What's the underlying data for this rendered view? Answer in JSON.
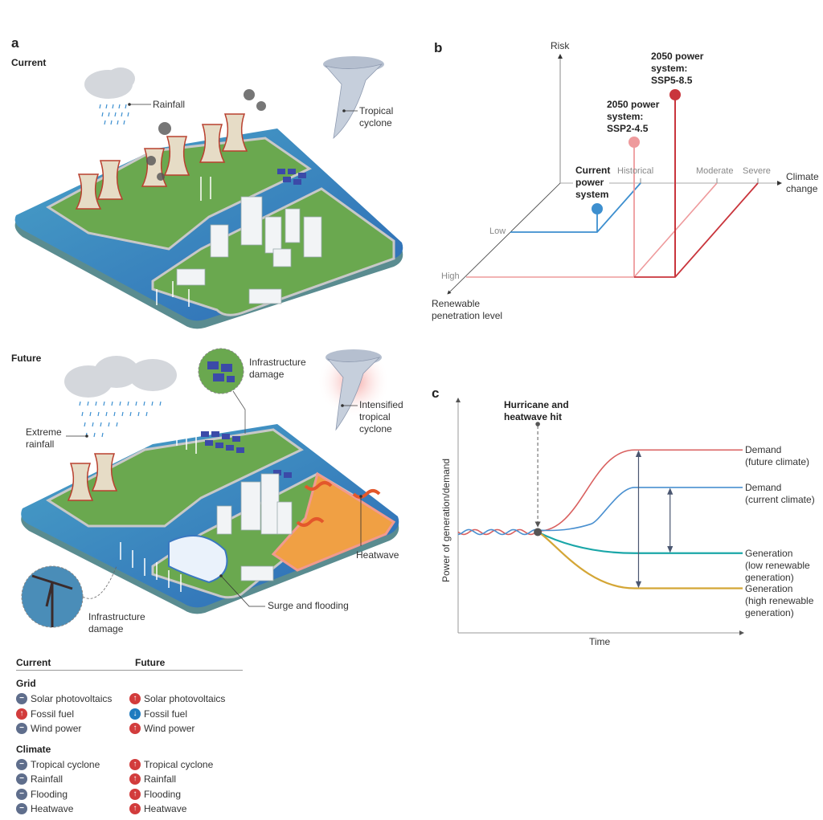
{
  "panel_a": {
    "letter": "a",
    "current": {
      "title": "Current",
      "labels": {
        "rainfall": "Rainfall",
        "cyclone": [
          "Tropical",
          "cyclone"
        ]
      }
    },
    "future": {
      "title": "Future",
      "labels": {
        "rainfall": [
          "Extreme",
          "rainfall"
        ],
        "solar_damage": [
          "Infrastructure",
          "damage"
        ],
        "cyclone": [
          "Intensified",
          "tropical",
          "cyclone"
        ],
        "heatwave": "Heatwave",
        "surge": "Surge and flooding",
        "wind_damage": [
          "Infrastructure",
          "damage"
        ]
      }
    },
    "legend": {
      "headers": [
        "Current",
        "Future"
      ],
      "groups": [
        {
          "title": "Grid",
          "rows": [
            {
              "current": {
                "label": "Solar photovoltaics",
                "status": "same"
              },
              "future": {
                "label": "Solar photovoltaics",
                "status": "up"
              }
            },
            {
              "current": {
                "label": "Fossil fuel",
                "status": "up"
              },
              "future": {
                "label": "Fossil fuel",
                "status": "down"
              }
            },
            {
              "current": {
                "label": "Wind power",
                "status": "same"
              },
              "future": {
                "label": "Wind power",
                "status": "up"
              }
            }
          ]
        },
        {
          "title": "Climate",
          "rows": [
            {
              "current": {
                "label": "Tropical cyclone",
                "status": "same"
              },
              "future": {
                "label": "Tropical cyclone",
                "status": "up"
              }
            },
            {
              "current": {
                "label": "Rainfall",
                "status": "same"
              },
              "future": {
                "label": "Rainfall",
                "status": "up"
              }
            },
            {
              "current": {
                "label": "Flooding",
                "status": "same"
              },
              "future": {
                "label": "Flooding",
                "status": "up"
              }
            },
            {
              "current": {
                "label": "Heatwave",
                "status": "same"
              },
              "future": {
                "label": "Heatwave",
                "status": "up"
              }
            }
          ]
        }
      ],
      "status_glyphs": {
        "same": "−",
        "up": "↑",
        "down": "↓"
      }
    }
  },
  "panel_b": {
    "letter": "b",
    "axes": {
      "y": "Risk",
      "x": [
        "Climate",
        "change"
      ],
      "z": [
        "Renewable",
        "penetration level"
      ]
    },
    "x_ticks": [
      "Historical",
      "Moderate",
      "Severe"
    ],
    "z_ticks": [
      "Low",
      "High"
    ],
    "points": [
      {
        "name": [
          "Current",
          "power",
          "system"
        ],
        "climate": "Historical",
        "renewable": "Low",
        "risk": 0.15,
        "color": "#3d8fcf"
      },
      {
        "name": [
          "2050 power",
          "system:",
          "SSP2-4.5"
        ],
        "climate": "Moderate",
        "renewable": "High",
        "risk": 0.55,
        "color": "#ee9a9c"
      },
      {
        "name": [
          "2050 power",
          "system:",
          "SSP5-8.5"
        ],
        "climate": "Severe",
        "renewable": "High",
        "risk": 0.85,
        "color": "#c9353c"
      }
    ]
  },
  "panel_c": {
    "letter": "c",
    "event_label": [
      "Hurricane and",
      "heatwave hit"
    ],
    "chart_data": {
      "type": "line",
      "title": "",
      "xlabel": "Time",
      "ylabel": "Power of generation/demand",
      "event_x": 0.28,
      "series": [
        {
          "name": "Demand (future climate)",
          "label": [
            "Demand",
            "(future climate)"
          ],
          "color": "#d9605f",
          "final": 0.78
        },
        {
          "name": "Demand (current climate)",
          "label": [
            "Demand",
            "(current climate)"
          ],
          "color": "#4a90d0",
          "final": 0.62
        },
        {
          "name": "Generation (low renewable generation)",
          "label": [
            "Generation",
            "(low renewable",
            "generation)"
          ],
          "color": "#1aa6a8",
          "final": 0.34
        },
        {
          "name": "Generation (high renewable generation)",
          "label": [
            "Generation",
            "(high renewable",
            "generation)"
          ],
          "color": "#d4a636",
          "final": 0.19
        }
      ],
      "baseline": 0.43,
      "gap_arrows": [
        {
          "from": "Generation (high renewable generation)",
          "to": "Demand (future climate)"
        },
        {
          "from": "Generation (low renewable generation)",
          "to": "Demand (current climate)"
        }
      ]
    }
  }
}
